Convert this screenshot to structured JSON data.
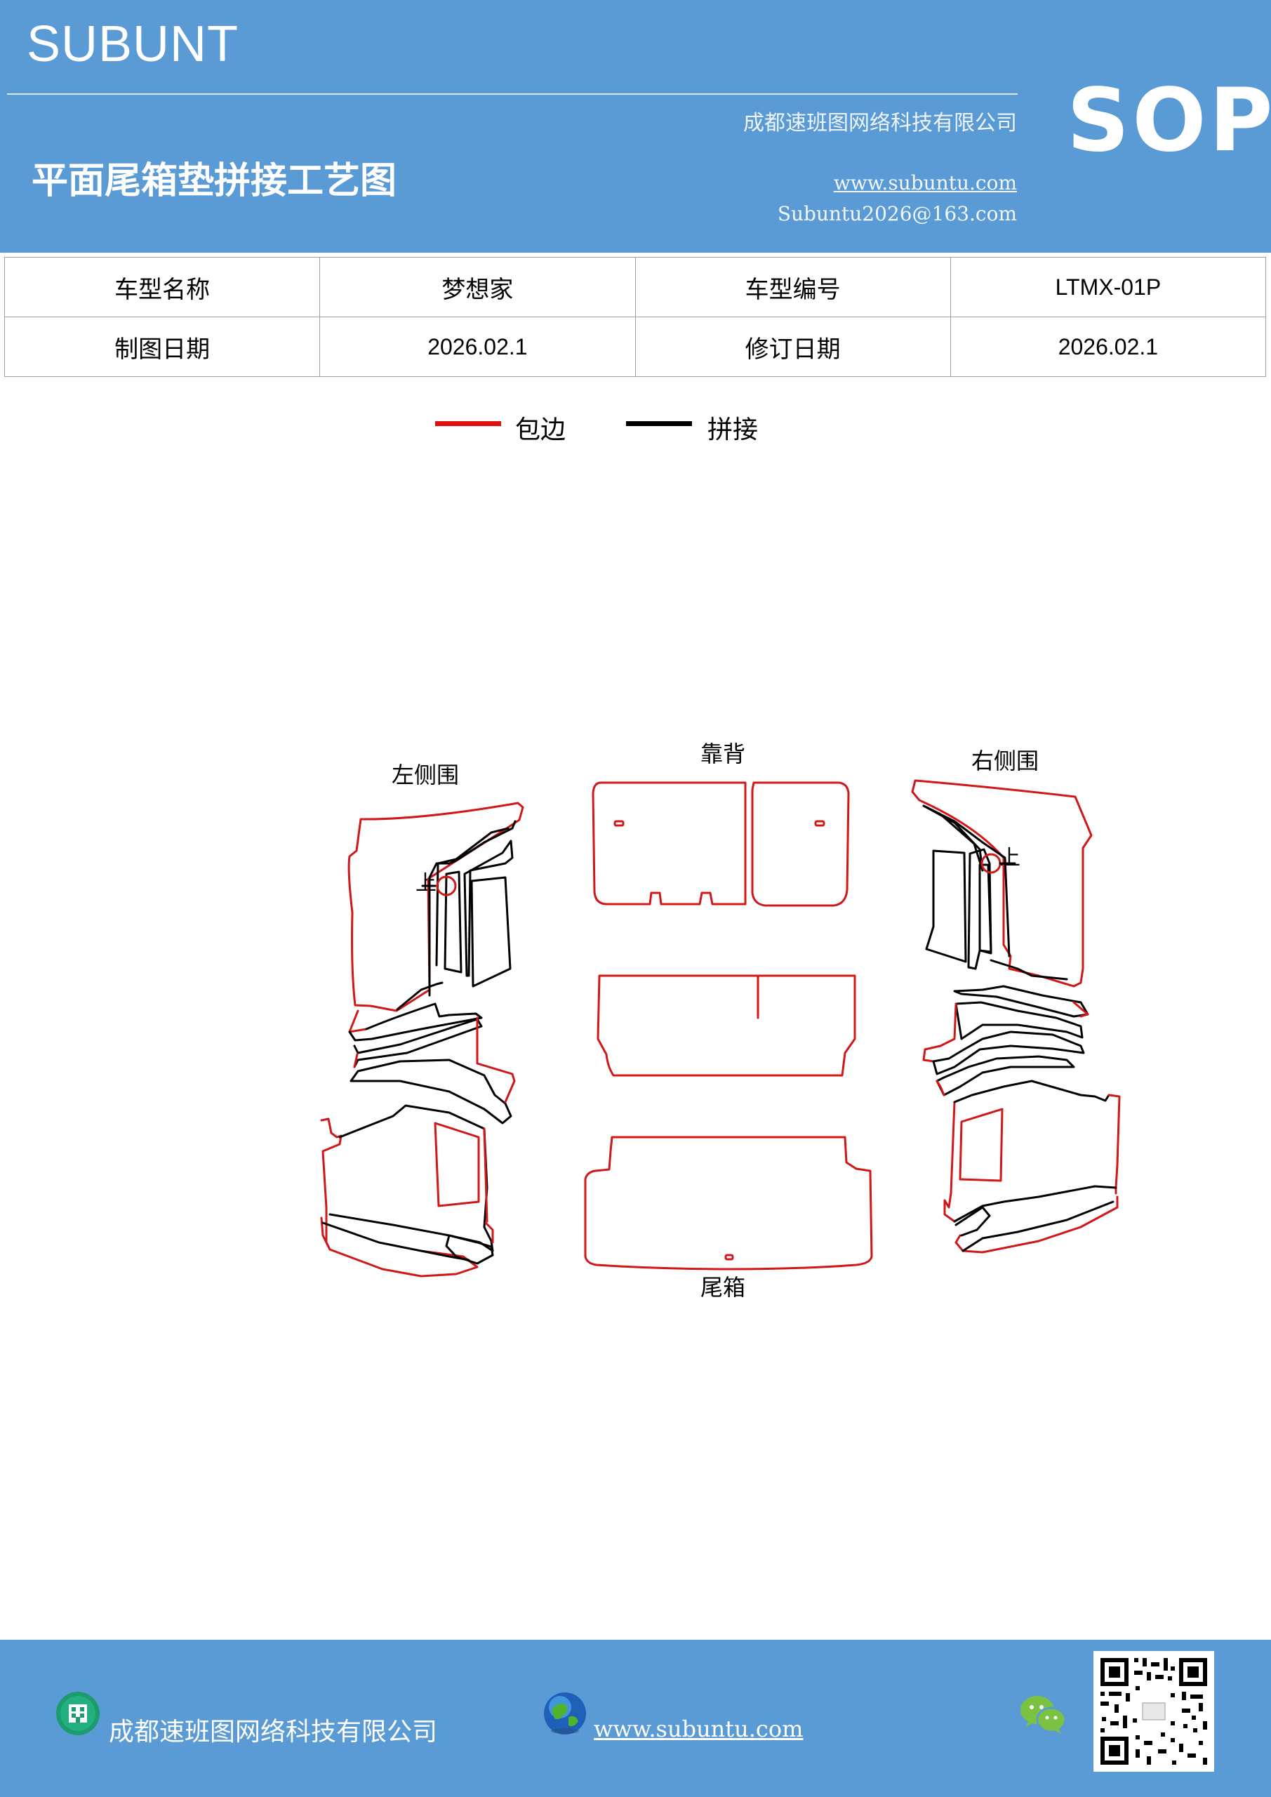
{
  "header": {
    "brand": "SUBUNT",
    "sop": "SOP",
    "title": "平面尾箱垫拼接工艺图",
    "company": "成都速班图网络科技有限公司",
    "website": "www.subuntu.com",
    "email": "Subuntu2026@163.com",
    "background_color": "#5b9bd5"
  },
  "info_table": {
    "rows": [
      [
        "车型名称",
        "梦想家",
        "车型编号",
        "LTMX-01P"
      ],
      [
        "制图日期",
        "2026.02.1",
        "修订日期",
        "2026.02.1"
      ]
    ]
  },
  "legend": {
    "items": [
      {
        "label": "包边",
        "color": "#e01010"
      },
      {
        "label": "拼接",
        "color": "#000000"
      }
    ]
  },
  "diagram": {
    "labels": {
      "left_side": "左侧围",
      "back": "靠背",
      "right_side": "右侧围",
      "trunk": "尾箱",
      "up_left": "上",
      "up_right": "上"
    }
  },
  "footer": {
    "company": "成都速班图网络科技有限公司",
    "website": "www.subuntu.com",
    "icons": [
      "building-icon",
      "globe-icon",
      "wechat-icon",
      "qr-code"
    ]
  }
}
